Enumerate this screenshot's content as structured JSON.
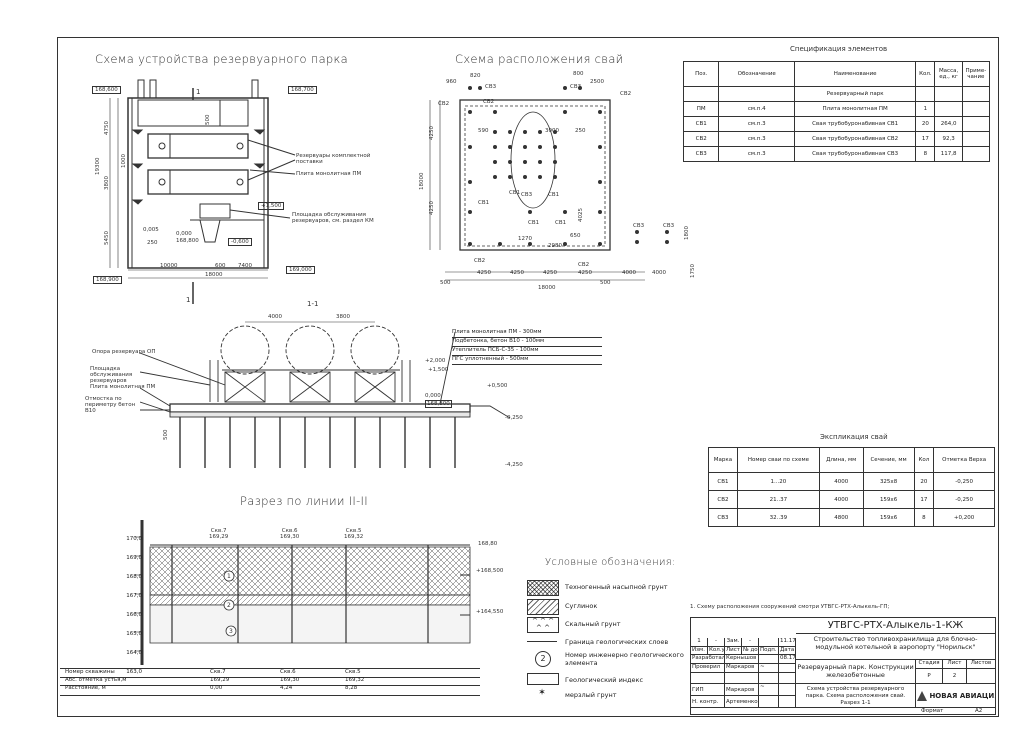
{
  "drawing_titles": {
    "park": "Схема устройства резервуарного парка",
    "piles": "Схема расположения свай",
    "spec": "Спецификация элементов",
    "section11": "1-1",
    "section2": "Разрез по линии II-II",
    "explication": "Экспликация свай",
    "legend": "Условные обозначения:"
  },
  "park_labels": {
    "elev_tl": "168,600",
    "elev_tr": "168,700",
    "elev_bl": "168,900",
    "elev_br": "169,000",
    "tanks": "Резервуары комплектной поставки",
    "slab": "Плита монолитная ПМ",
    "platform": "Площадка обслуживания резервуаров, см. раздел КМ",
    "dim_width": "18000",
    "dim_10000": "10000",
    "dim_600": "600",
    "dim_7400": "7400",
    "dim_250": "250",
    "dim_0005": "0,005",
    "dim_0000": "0,000",
    "dim_168800": "168,800",
    "dim_m0600": "-0,600",
    "dim_1500": "+1,500",
    "dim_left_total": "19300",
    "dim_left_4750": "4750",
    "dim_left_3800": "3800",
    "dim_left_5450": "5450",
    "dim_left_1000": "1000",
    "dim_500": "500",
    "cut_mark": "1"
  },
  "piles_labels": {
    "dim_960": "960",
    "dim_820": "820",
    "dim_800": "800",
    "dim_2500": "2500",
    "cb1": "СВ1",
    "cb2": "СВ2",
    "cb3": "СВ3",
    "dim_590": "590",
    "dim_3000": "3000",
    "dim_250": "250",
    "dim_1270": "1270",
    "dim_2980": "2980",
    "dim_650": "650",
    "dim_4250": "4250",
    "dim_4000": "4000",
    "dim_18000": "18000",
    "dim_500": "500",
    "dim_left_18000": "18000",
    "dim_left_4250": "4250",
    "dim_1800": "1800",
    "dim_1750": "1750",
    "dim_4025": "4025"
  },
  "spec_table": {
    "headers": [
      "Поз.",
      "Обозначение",
      "Наименование",
      "Кол.",
      "Масса, ед., кг",
      "Приме- чание"
    ],
    "group": "Резервуарный парк",
    "rows": [
      [
        "ПМ",
        "см.п.4",
        "Плита монолитная ПМ",
        "1",
        "",
        ""
      ],
      [
        "СВ1",
        "см.п.3",
        "Свая трубобуронабивная СВ1",
        "20",
        "264,0",
        ""
      ],
      [
        "СВ2",
        "см.п.3",
        "Свая трубобуронабивная СВ2",
        "17",
        "92,3",
        ""
      ],
      [
        "СВ3",
        "см.п.3",
        "Свая трубобуронабивная СВ3",
        "8",
        "117,8",
        ""
      ]
    ]
  },
  "section11": {
    "dim_4000": "4000",
    "dim_3800": "3800",
    "support": "Опора резервуара ОП",
    "platform": "Площадка обслуживания резервуаров",
    "slab": "Плита монолитная ПМ",
    "blind": "Отмостка по периметру бетон В10",
    "layers": [
      "Плита монолитная ПМ - 300мм",
      "Подбетонка, бетон В10 - 100мм",
      "Утеплитель ПСБ-С-35 - 100мм",
      "ПГС уплотненный - 500мм"
    ],
    "e2000": "+2,000",
    "e1500": "+1,500",
    "e0500": "+0,500",
    "e0000": "0,000",
    "e168800": "168,800",
    "em0250": "-0,250",
    "em4250": "-4,250",
    "dim_500": "500"
  },
  "section2": {
    "y_ticks": [
      "170,0",
      "169,0",
      "168,0",
      "167,0",
      "166,0",
      "165,0",
      "164,0",
      "163,0"
    ],
    "wells": [
      {
        "name": "Скв.7",
        "elev": "169,29"
      },
      {
        "name": "Скв.6",
        "elev": "169,30"
      },
      {
        "name": "Скв.5",
        "elev": "169,32"
      }
    ],
    "e16880": "168,80",
    "e168500": "+168,500",
    "e164550": "+164,550",
    "row_labels": [
      "Номер скважины",
      "Абс. отметка устья,м",
      "Расстояние, м"
    ],
    "row_wells": [
      "Скв.7",
      "Скв.6",
      "Скв.5"
    ],
    "row_elev": [
      "169,29",
      "169,30",
      "169,32"
    ],
    "row_dist": [
      "0,00",
      "4,24",
      "8,28"
    ],
    "layer_marks": [
      "1",
      "2",
      "3"
    ]
  },
  "explication": {
    "headers": [
      "Марка",
      "Номер сваи по схеме",
      "Длина, мм",
      "Сечение, мм",
      "Кол",
      "Отметка Верха"
    ],
    "rows": [
      [
        "СВ1",
        "1...20",
        "4000",
        "325х8",
        "20",
        "-0,250"
      ],
      [
        "СВ2",
        "21..37",
        "4000",
        "159х6",
        "17",
        "-0,250"
      ],
      [
        "СВ3",
        "32..39",
        "4800",
        "159х6",
        "8",
        "+0,200"
      ]
    ]
  },
  "legend_items": [
    "Техногенный насыпной грунт",
    "Суглинок",
    "Скальный грунт",
    "Граница геологических слоев",
    "Номер инженерно геологического элемента",
    "Геологический индекс",
    "мерзлый грунт"
  ],
  "legend_circle_num": "2",
  "note": "1. Схему расположения сооружений смотри УТВГС-РТХ-Алыкель-ГП;",
  "stamp": {
    "code": "УТВГС-РТХ-Алыкель-1-КЖ",
    "project": "Строительство топливохранилища для блочно-модульной котельной в аэропорту \"Норильск\"",
    "object": "Резервуарный парк. Конструкции железобетонные",
    "sheet_title": "Схема устройства резервуарного парка. Схема расположения свай. Разрез 1-1",
    "stage_h": "Стадия",
    "sheet_h": "Лист",
    "sheets_h": "Листов",
    "stage": "Р",
    "sheet": "2",
    "company": "НОВАЯ АВИАЦИЯ",
    "format_label": "Формат",
    "format": "А2",
    "col_izm": "Изм.",
    "col_kol": "Кол.уч.",
    "col_list": "Лист",
    "col_doc": "№ док.",
    "col_podp": "Подп.",
    "col_data": "Дата",
    "rows": [
      {
        "role": "Разработал",
        "name": "Кернышов",
        "date": "08.17"
      },
      {
        "role": "Проверил",
        "name": "Маркаров",
        "date": ""
      },
      {
        "role": "ГИП",
        "name": "Маркаров",
        "date": ""
      },
      {
        "role": "Н. контр.",
        "name": "Артеменко",
        "date": ""
      }
    ],
    "izm_row": [
      "1",
      "-",
      "Зам.",
      "-",
      "",
      "11.17"
    ]
  },
  "colors": {
    "line": "#333333",
    "paper": "#ffffff",
    "hatch": "#555555"
  }
}
